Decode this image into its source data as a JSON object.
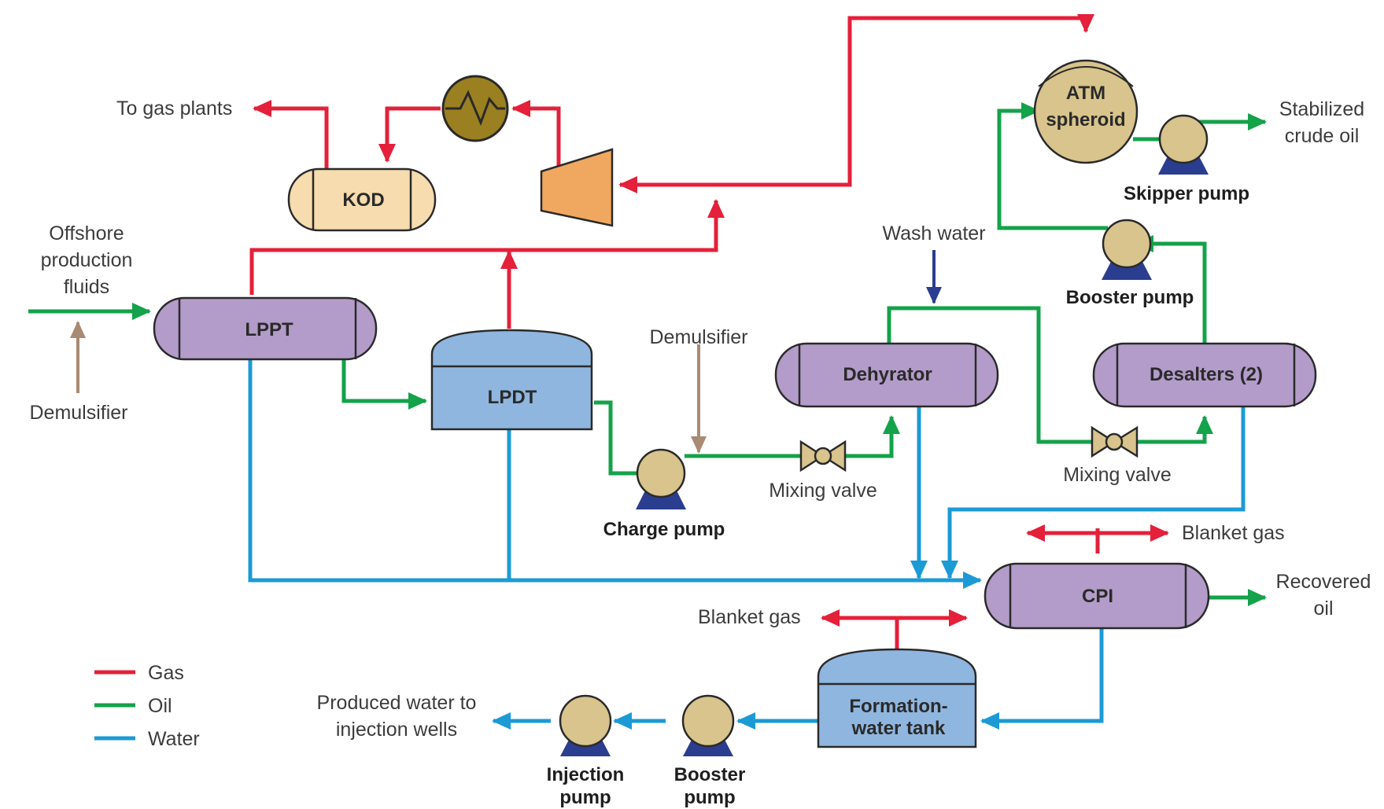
{
  "labels": {
    "to_gas_plants": "To gas plants",
    "offshore_1": "Offshore",
    "offshore_2": "production",
    "offshore_3": "fluids",
    "demulsifier_left": "Demulsifier",
    "demulsifier_mid": "Demulsifier",
    "wash_water": "Wash water",
    "stabilized_1": "Stabilized",
    "stabilized_2": "crude oil",
    "mixing_valve_1": "Mixing valve",
    "mixing_valve_2": "Mixing valve",
    "blanket_gas_1": "Blanket gas",
    "blanket_gas_2": "Blanket gas",
    "recovered_1": "Recovered",
    "recovered_2": "oil",
    "produced_1": "Produced water to",
    "produced_2": "injection wells"
  },
  "equipment": {
    "kod": "KOD",
    "lppt": "LPPT",
    "lpdt": "LPDT",
    "dehydrator": "Dehyrator",
    "desalters": "Desalters (2)",
    "cpi": "CPI",
    "atm_1": "ATM",
    "atm_2": "spheroid",
    "fwt_1": "Formation-",
    "fwt_2": "water tank"
  },
  "pumps": {
    "charge": "Charge pump",
    "skipper": "Skipper pump",
    "booster_top": "Booster pump",
    "injection_1": "Injection",
    "injection_2": "pump",
    "booster_bottom_1": "Booster",
    "booster_bottom_2": "pump"
  },
  "legend": [
    {
      "label": "Gas",
      "color": "#e4203a"
    },
    {
      "label": "Oil",
      "color": "#14a24a"
    },
    {
      "label": "Water",
      "color": "#1c9ad6"
    }
  ],
  "colors": {
    "gas": "#e4203a",
    "oil": "#14a24a",
    "water": "#1c9ad6",
    "chemical": "#a98a72",
    "wash_water": "#2b3d8f",
    "vessel_purple": "#b39cc9",
    "vessel_blue": "#8fb6df",
    "pump_tan": "#d8c48c",
    "kod_cream": "#f6dcae",
    "compressor_orange": "#f0a860",
    "exchanger_olive": "#9a8020"
  }
}
